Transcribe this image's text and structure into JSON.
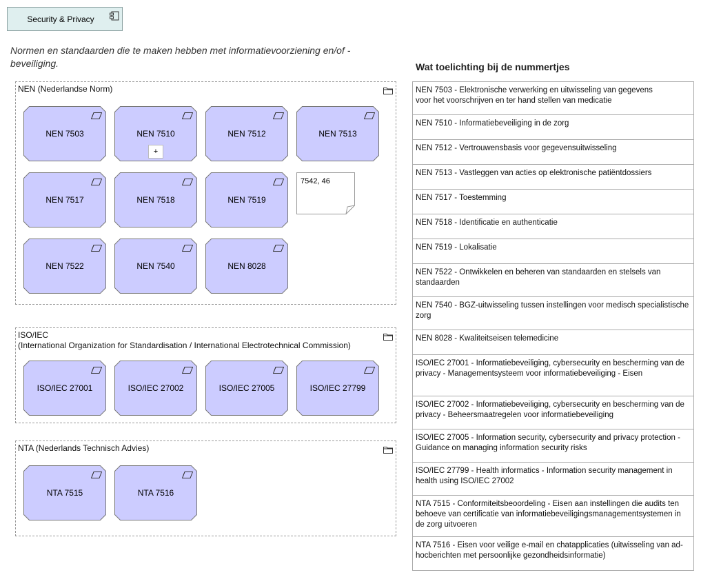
{
  "header": {
    "title": "Security & Privacy",
    "icon": "application-component-icon"
  },
  "intro": "Normen en standaarden die te maken hebben met informatievoorziening en/of -beveiliging.",
  "groups": [
    {
      "label": "NEN (Nederlandse Norm)",
      "elements": [
        "NEN 7503",
        "NEN 7510",
        "NEN 7512",
        "NEN 7513",
        "NEN 7517",
        "NEN 7518",
        "NEN 7519",
        "NEN 7522",
        "NEN 7540",
        "NEN 8028"
      ]
    },
    {
      "label": "ISO/IEC\n(International Organization for Standardisation  / International Electrotechnical Commission)",
      "elements": [
        "ISO/IEC 27001",
        "ISO/IEC 27002",
        "ISO/IEC 27005",
        "ISO/IEC 27799"
      ]
    },
    {
      "label": "NTA (Nederlands Technisch Advies)",
      "elements": [
        "NTA 7515",
        "NTA 7516"
      ]
    }
  ],
  "expand_button": "+",
  "note": "7542, 46",
  "legend": {
    "title": "Wat toelichting bij de nummertjes",
    "rows": [
      "NEN 7503 - Elektronische verwerking en uitwisseling van gegevens\nvoor het voorschrijven en ter hand stellen van medicatie",
      "NEN 7510 - Informatiebeveiliging in de zorg",
      "NEN 7512 - Vertrouwensbasis voor gegevensuitwisseling",
      "NEN 7513 - Vastleggen van acties op elektronische patiëntdossiers",
      "NEN 7517 - Toestemming",
      "NEN 7518 - Identificatie en authenticatie",
      "NEN 7519 - Lokalisatie",
      "NEN 7522 - Ontwikkelen en beheren van standaarden en stelsels van standaarden",
      "NEN 7540 - BGZ-uitwisseling tussen instellingen voor medisch specialistische zorg",
      "NEN 8028 - Kwaliteitseisen telemedicine",
      "ISO/IEC 27001 - Informatiebeveiliging, cybersecurity en bescherming van de privacy - Managementsysteem voor informatiebeveiliging - Eisen",
      "ISO/IEC 27002 - Informatiebeveiliging, cybersecurity en bescherming van de privacy - Beheersmaatregelen voor informatiebeveiliging",
      "ISO/IEC 27005 - Information security, cybersecurity and privacy protection - Guidance on managing information security risks",
      "ISO/IEC 27799 - Health informatics - Information security management in health using ISO/IEC 27002",
      "NTA 7515 - Conformiteitsbeoordeling - Eisen aan instellingen die audits ten behoeve van certificatie van informatiebeveiligingsmanagementsystemen in de zorg uitvoeren",
      "NTA 7516 - Eisen voor veilige e-mail en chatapplicaties (uitwisseling van ad-hocberichten met persoonlijke gezondheidsinformatie)"
    ]
  },
  "colors": {
    "element_fill": "#ccccff",
    "title_fill": "#dfefef",
    "border": "#777777"
  }
}
